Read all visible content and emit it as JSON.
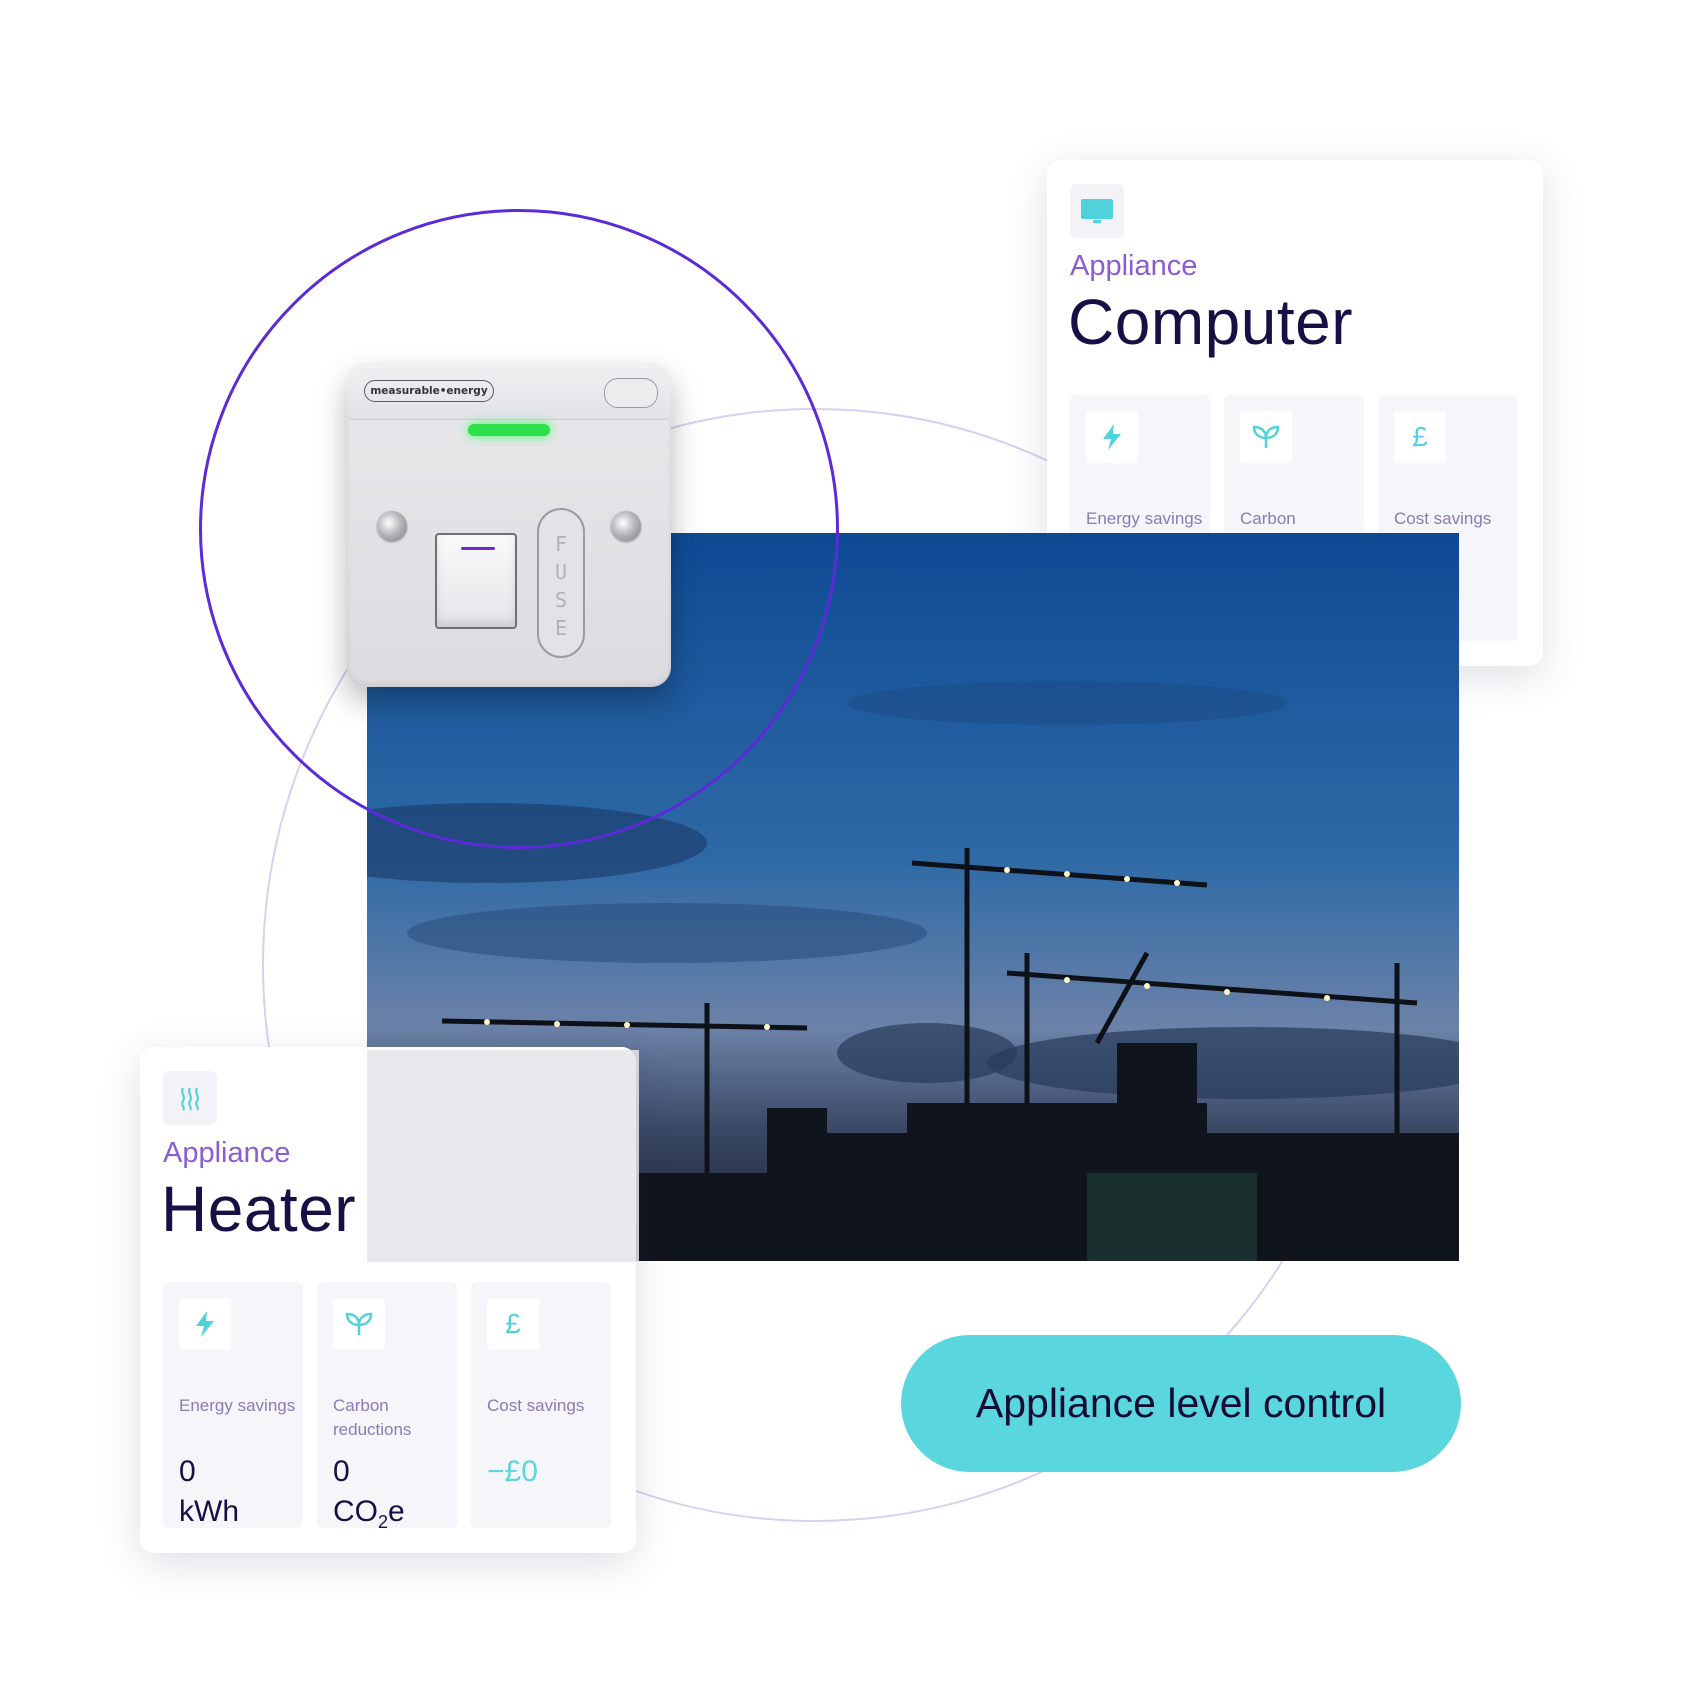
{
  "device": {
    "brand": "measurable•energy",
    "fuse_label": [
      "F",
      "U",
      "S",
      "E"
    ]
  },
  "cards": {
    "computer": {
      "kicker": "Appliance",
      "title": "Computer",
      "icon": "monitor-icon",
      "metrics": [
        {
          "icon": "lightning-icon",
          "label": "Energy savings"
        },
        {
          "icon": "leaf-icon",
          "label": "Carbon reductions"
        },
        {
          "icon": "pound-icon",
          "glyph": "£",
          "label": "Cost savings"
        }
      ]
    },
    "heater": {
      "kicker": "Appliance",
      "title": "Heater",
      "icon": "heat-waves-icon",
      "metrics": [
        {
          "icon": "lightning-icon",
          "label": "Energy savings",
          "value": "0",
          "unit": "kWh"
        },
        {
          "icon": "leaf-icon",
          "label": "Carbon reductions",
          "value": "0",
          "unit_pre": "CO",
          "unit_sub": "2",
          "unit_post": "e"
        },
        {
          "icon": "pound-icon",
          "glyph": "£",
          "label": "Cost savings",
          "value": "−£0"
        }
      ]
    }
  },
  "cta": {
    "label": "Appliance level control"
  },
  "colors": {
    "accent_teal": "#5ad6df",
    "accent_purple": "#5b2bd6",
    "title_navy": "#1a0f45",
    "kicker_purple": "#8a5ed0"
  }
}
